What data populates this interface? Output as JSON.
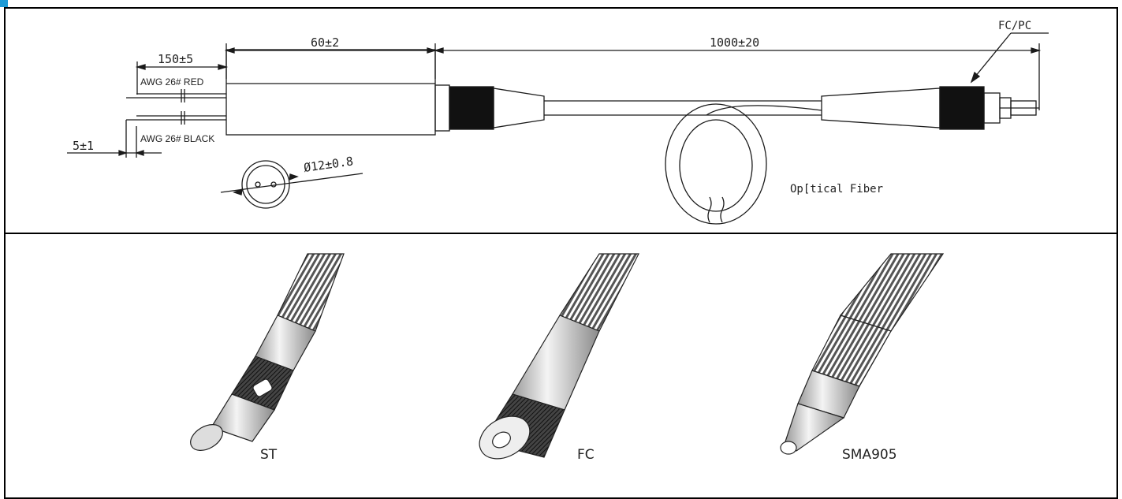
{
  "colors": {
    "accent": "#1e9bd7",
    "line": "#1a1a1a",
    "connector": "#111111"
  },
  "drawing": {
    "dim_wire_length": "150±5",
    "dim_body_length": "60±2",
    "dim_fiber_length": "1000±20",
    "dim_strip": "5±1",
    "dim_diameter": "Ø12±0.8",
    "label_connector_type": "FC/PC",
    "label_wire_red": "AWG 26# RED",
    "label_wire_black": "AWG 26# BLACK",
    "label_fiber": "Op[tical Fiber"
  },
  "connectors": [
    {
      "label": "ST",
      "icon": "st-connector-icon"
    },
    {
      "label": "FC",
      "icon": "fc-connector-icon"
    },
    {
      "label": "SMA905",
      "icon": "sma905-connector-icon"
    }
  ]
}
